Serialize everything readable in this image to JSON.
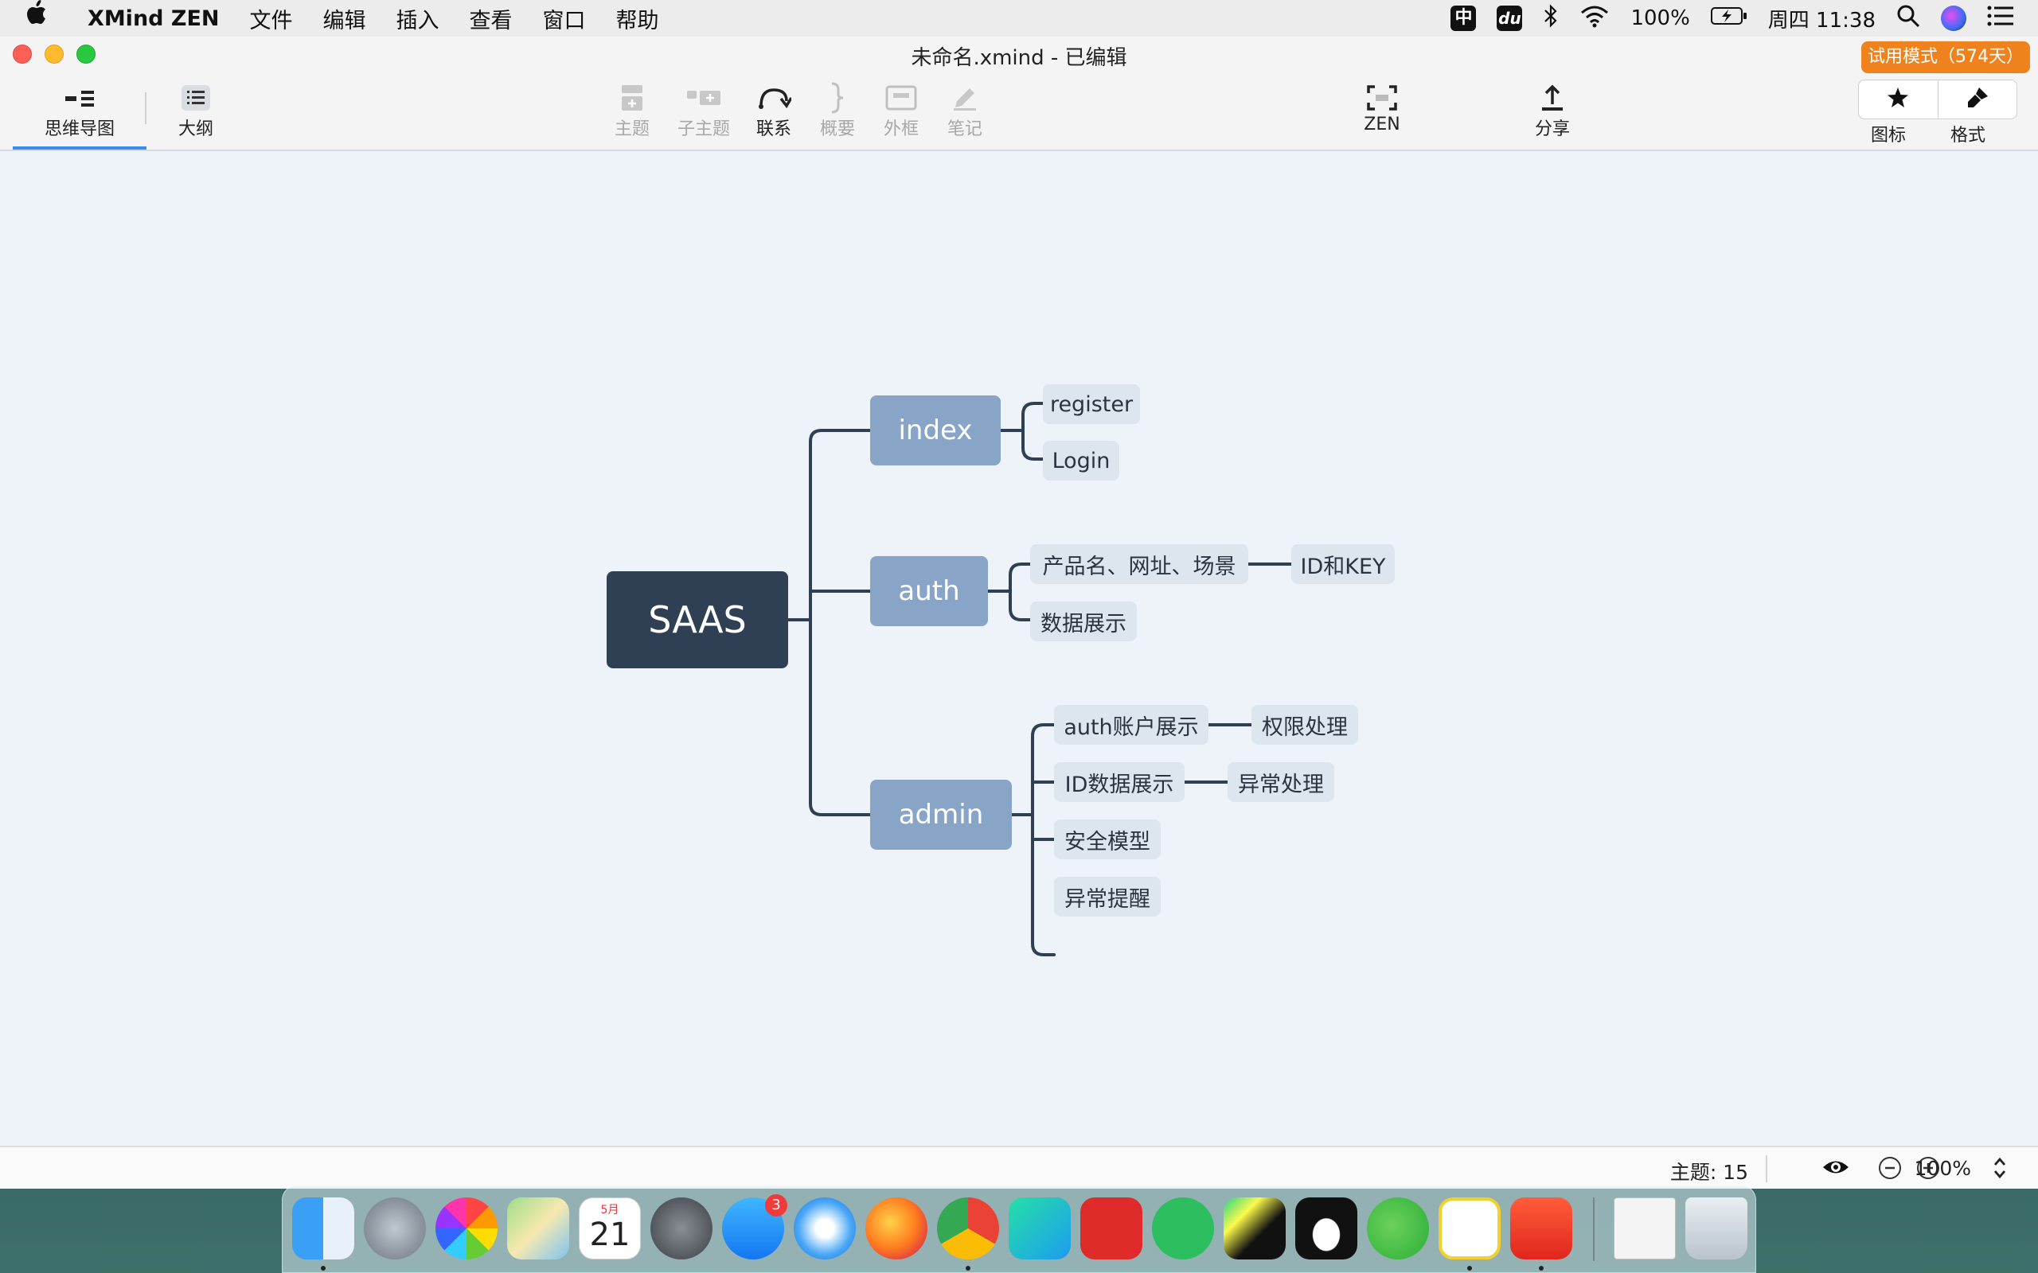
{
  "menubar": {
    "app_name": "XMind ZEN",
    "items": [
      "文件",
      "编辑",
      "插入",
      "查看",
      "窗口",
      "帮助"
    ],
    "input_method": "中",
    "baidu_icon_label": "du",
    "battery": "100%",
    "clock": "周四 11:38"
  },
  "window": {
    "title": "未命名.xmind - 已编辑",
    "trial_badge": "试用模式（574天）"
  },
  "toolbar": {
    "view_mindmap": "思维导图",
    "view_outline": "大纲",
    "topic": "主题",
    "subtopic": "子主题",
    "relationship": "联系",
    "summary": "概要",
    "boundary": "外框",
    "notes": "笔记",
    "zen": "ZEN",
    "share": "分享",
    "icons": "图标",
    "format": "格式"
  },
  "mindmap": {
    "root": "SAAS",
    "branches": [
      {
        "label": "index",
        "children": [
          {
            "label": "register"
          },
          {
            "label": "Login"
          }
        ]
      },
      {
        "label": "auth",
        "children": [
          {
            "label": "产品名、网址、场景",
            "child": "ID和KEY"
          },
          {
            "label": "数据展示"
          }
        ]
      },
      {
        "label": "admin",
        "children": [
          {
            "label": "auth账户展示",
            "child": "权限处理"
          },
          {
            "label": "ID数据展示",
            "child": "异常处理"
          },
          {
            "label": "安全模型"
          },
          {
            "label": "异常提醒"
          }
        ]
      }
    ]
  },
  "statusbar": {
    "topic_count": "主题: 15",
    "zoom": "100%"
  },
  "dock": {
    "calendar_month": "5月",
    "calendar_day": "21",
    "appstore_badge": "3"
  },
  "colors": {
    "root_node": "#2f4055",
    "main_node": "#88a5c8",
    "sub_node": "#dde6ef",
    "connector": "#2f4055",
    "canvas": "#eef3f9",
    "trial_badge": "#f0821e",
    "selected_tab_underline": "#3b8cf0"
  }
}
